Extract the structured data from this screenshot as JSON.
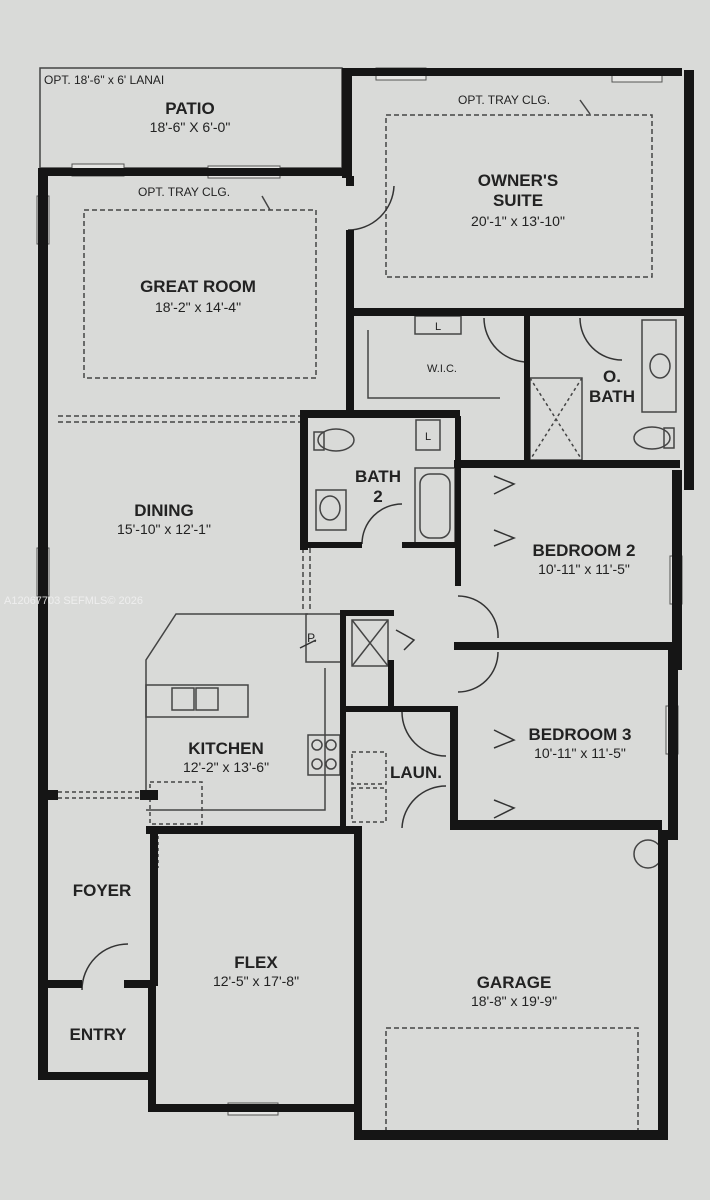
{
  "rooms": {
    "lanai": {
      "text": "OPT. 18'-6\" x 6' LANAI"
    },
    "patio": {
      "name": "PATIO",
      "dims": "18'-6\" X 6'-0\""
    },
    "owners_suite": {
      "name_line1": "OWNER'S",
      "name_line2": "SUITE",
      "dims": "20'-1\" x 13'-10\"",
      "tray": "OPT. TRAY CLG."
    },
    "great_room": {
      "name": "GREAT ROOM",
      "dims": "18'-2\" x 14'-4\"",
      "tray": "OPT. TRAY CLG."
    },
    "wic": {
      "name": "W.I.C.",
      "closet_tag": "L"
    },
    "o_bath": {
      "name_line1": "O.",
      "name_line2": "BATH"
    },
    "bath2": {
      "name_line1": "BATH",
      "name_line2": "2",
      "closet_tag": "L"
    },
    "dining": {
      "name": "DINING",
      "dims": "15'-10\" x 12'-1\""
    },
    "bedroom2": {
      "name": "BEDROOM 2",
      "dims": "10'-11\" x 11'-5\""
    },
    "bedroom3": {
      "name": "BEDROOM 3",
      "dims": "10'-11\" x 11'-5\""
    },
    "pantry": {
      "name": "P."
    },
    "kitchen": {
      "name": "KITCHEN",
      "dims": "12'-2\" x 13'-6\""
    },
    "laundry": {
      "name": "LAUN."
    },
    "foyer": {
      "name": "FOYER"
    },
    "flex": {
      "name": "FLEX",
      "dims": "12'-5\" x 17'-8\""
    },
    "garage": {
      "name": "GARAGE",
      "dims": "18'-8\" x 19'-9\""
    },
    "entry": {
      "name": "ENTRY"
    }
  },
  "watermark": "A12067703  SEFMLS© 2026",
  "colors": {
    "paper": "#d9dad8",
    "wall": "#151515",
    "line": "#333333"
  }
}
